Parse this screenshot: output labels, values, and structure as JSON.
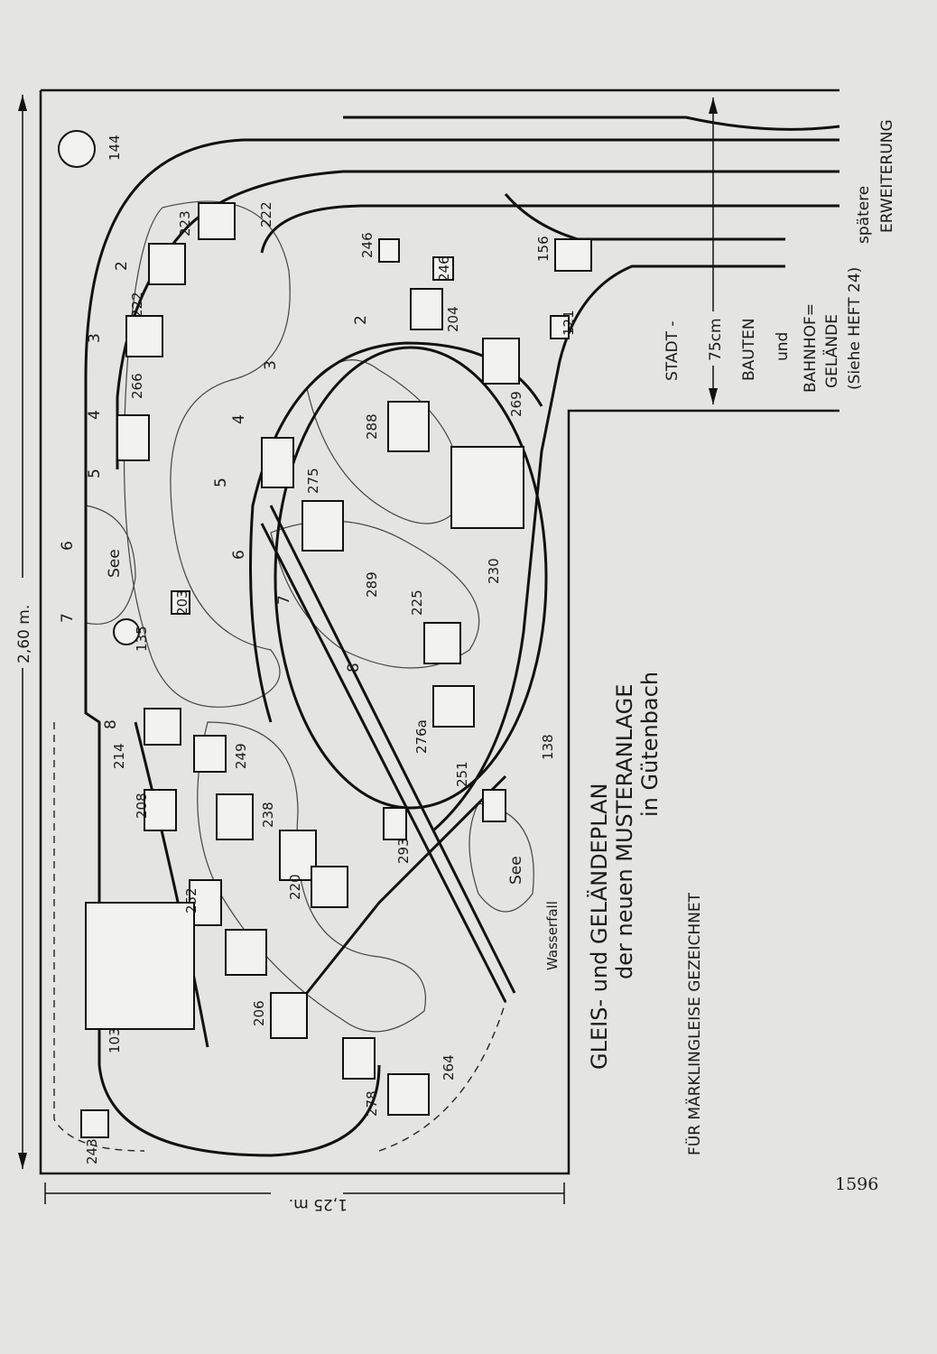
{
  "title": {
    "line1": "GLEIS- und GELÄNDEPLAN",
    "line2": "der neuen MUSTERANLAGE",
    "line3": "in Gütenbach",
    "subtitle": "FÜR MÄRKLINGLEISE GEZEICHNET"
  },
  "dimensions": {
    "length": "2,60 m.",
    "width": "1,25 m.",
    "extension_width": "75cm"
  },
  "extension_note": {
    "later": "spätere",
    "extension": "ERWEITERUNG",
    "city": "STADT -",
    "buildings": "BAUTEN",
    "and": "und",
    "station": "BAHNHOF=",
    "grounds": "GELÄNDE",
    "reference": "(Siehe HEFT 24)"
  },
  "labels": [
    "144",
    "223",
    "222",
    "222",
    "246",
    "246",
    "156",
    "121",
    "204",
    "269",
    "266",
    "288",
    "275",
    "230",
    "289",
    "225",
    "203",
    "135",
    "See",
    "8",
    "214",
    "249",
    "276a",
    "138",
    "251",
    "208",
    "238",
    "293",
    "220",
    "252",
    "See",
    "Wasserfall",
    "206",
    "103",
    "264",
    "278",
    "243"
  ],
  "track_markers": [
    "2",
    "3",
    "4",
    "5",
    "6",
    "7",
    "2",
    "3",
    "4",
    "5",
    "6",
    "7",
    "8"
  ],
  "page_number": "1596"
}
